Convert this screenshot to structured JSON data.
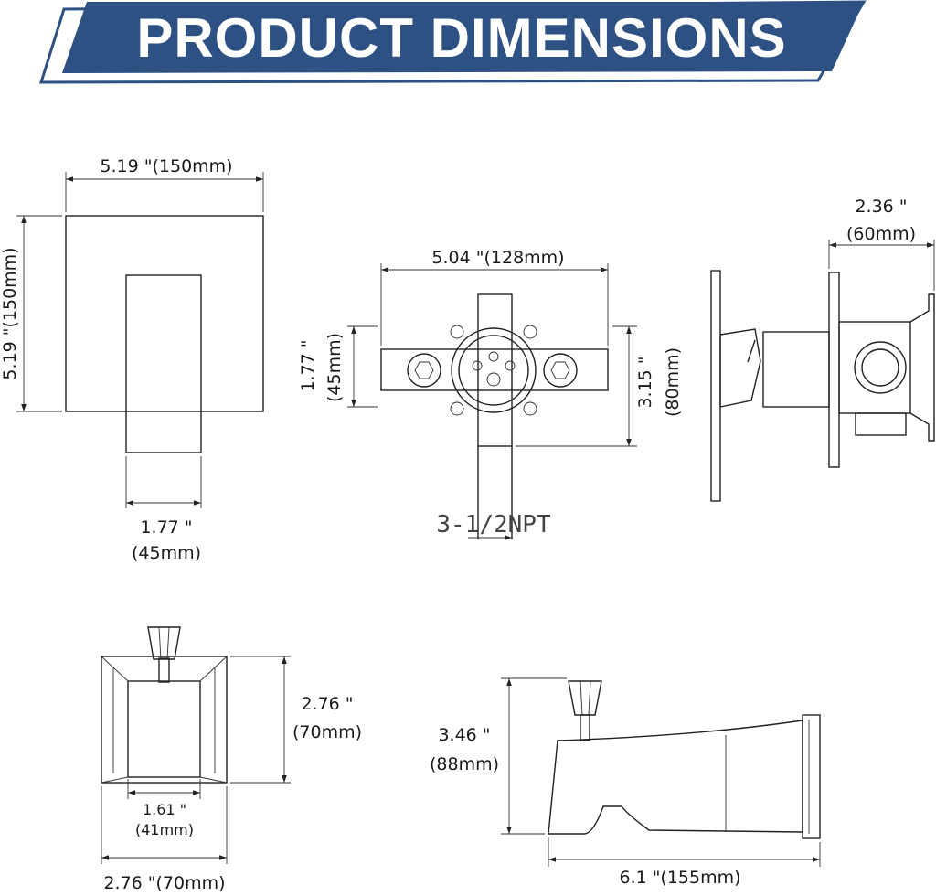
{
  "header": {
    "title": "PRODUCT DIMENSIONS",
    "banner_color": "#2e5183"
  },
  "trim_plate": {
    "width_label": "5.19 \"(150mm)",
    "height_label": "5.19 \"(150mm)",
    "handle_width_in": "1.77 \"",
    "handle_width_mm": "(45mm)"
  },
  "valve_front": {
    "width_label": "5.04 \"(128mm)",
    "left_height_in": "1.77 \"",
    "left_height_mm": "(45mm)",
    "right_height_in": "3.15 \"",
    "right_height_mm": "(80mm)",
    "thread_label": "3-1/2NPT"
  },
  "valve_side": {
    "depth_in": "2.36 \"",
    "depth_mm": "(60mm)"
  },
  "diverter": {
    "height_in": "2.76 \"",
    "height_mm": "(70mm)",
    "inner_in": "1.61 \"",
    "inner_mm": "(41mm)",
    "width_label": "2.76 \"(70mm)"
  },
  "spout": {
    "height_in": "3.46 \"",
    "height_mm": "(88mm)",
    "length_label": "6.1 \"(155mm)"
  }
}
